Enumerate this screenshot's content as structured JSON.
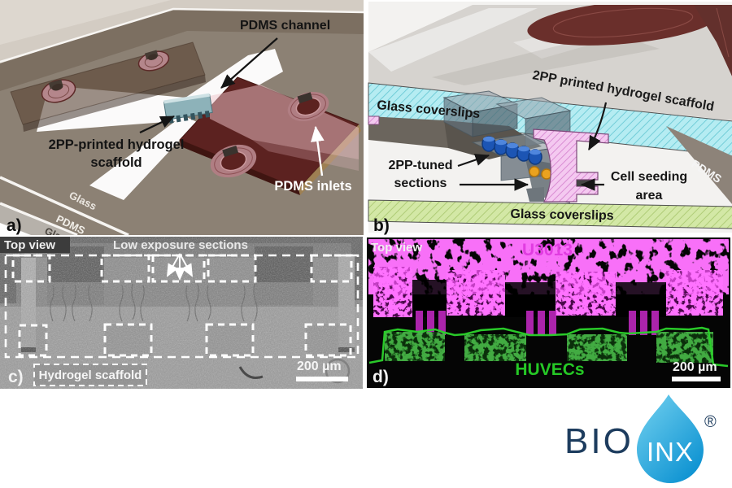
{
  "figure": {
    "panel_a": {
      "letter": "a)",
      "labels": {
        "pdms_channel": "PDMS channel",
        "scaffold_line1": "2PP-printed hydrogel",
        "scaffold_line2": "scaffold",
        "pdms_inlets": "PDMS inlets",
        "layer_glass_top": "Glass",
        "layer_pdms": "PDMS",
        "layer_glass_bottom": "Glass"
      }
    },
    "panel_b": {
      "letter": "b)",
      "labels": {
        "coverslips_top": "Glass coverslips",
        "scaffold": "2PP printed hydrogel scaffold",
        "tuned_line1": "2PP-tuned",
        "tuned_line2": "sections",
        "seeding_line1": "Cell seeding",
        "seeding_line2": "area",
        "pdms_side": "PDMS",
        "coverslips_bottom": "Glass coverslips"
      }
    },
    "panel_c": {
      "letter": "c)",
      "labels": {
        "view": "Top view",
        "low_exposure": "Low exposure sections",
        "hydrogel_scaffold": "Hydrogel scaffold"
      },
      "scale_bar": "200 µm"
    },
    "panel_d": {
      "letter": "d)",
      "labels": {
        "view": "Top view",
        "cells_magenta": "U3013",
        "cells_green": "HUVECs"
      },
      "scale_bar": "200 µm"
    }
  },
  "logo": {
    "word1": "BIO",
    "word2": "INX",
    "registered": "®"
  },
  "colors": {
    "magenta_cells": "#e13ce1",
    "green_cells": "#25c825",
    "cyan_coverslip": "#b5ecf2",
    "green_coverslip": "#d3e8a6",
    "pink_scaffold": "#f4c9f0",
    "logo_navy": "#1d3c5e",
    "logo_drop_light": "#74d2f0",
    "logo_drop_dark": "#0b91d1"
  }
}
